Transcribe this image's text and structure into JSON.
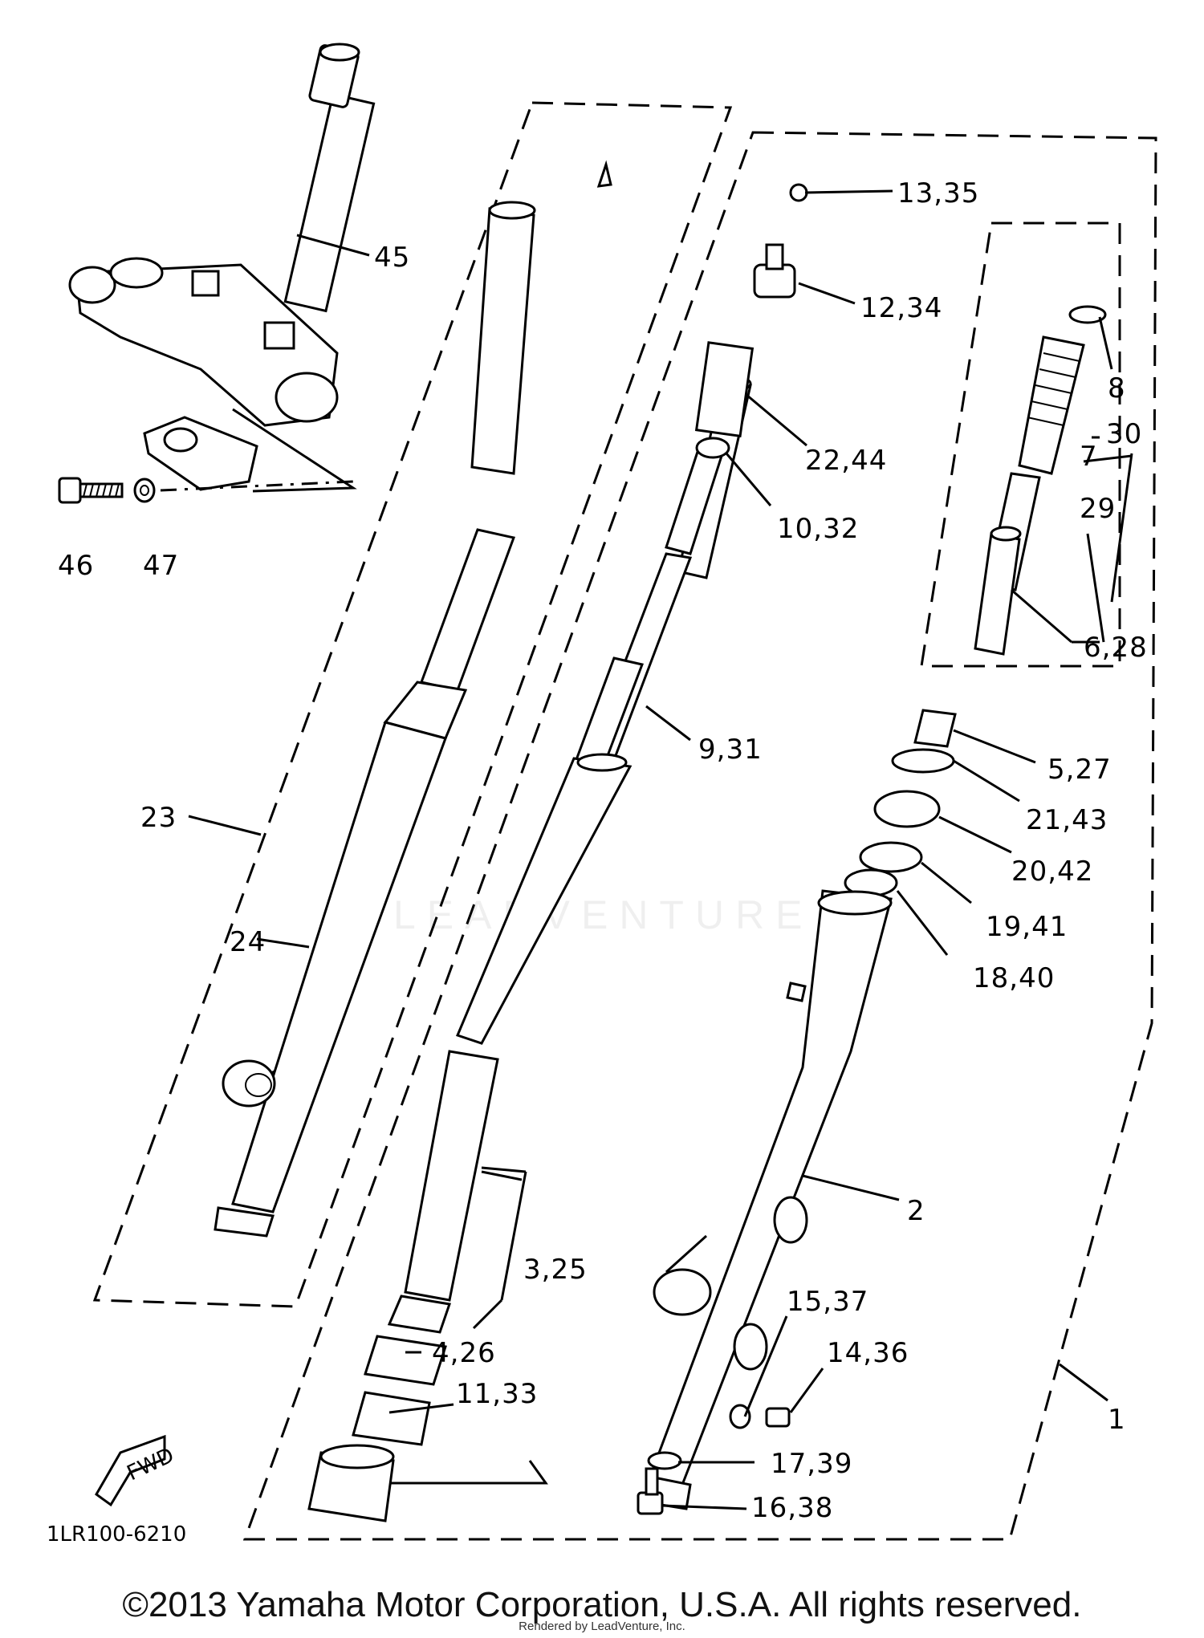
{
  "diagram": {
    "labels": {
      "l45": "45",
      "l46": "46",
      "l47": "47",
      "l23": "23",
      "l24": "24",
      "l13_35": "13,35",
      "l12_34": "12,34",
      "l22_44": "22,44",
      "l10_32": "10,32",
      "l9_31": "9,31",
      "l8": "8",
      "l30": "30",
      "l7": "7",
      "l29": "29",
      "l6_28": "6,28",
      "l5_27": "5,27",
      "l21_43": "21,43",
      "l20_42": "20,42",
      "l19_41": "19,41",
      "l18_40": "18,40",
      "l2": "2",
      "l3_25": "3,25",
      "l4_26": "4,26",
      "l11_33": "11,33",
      "l15_37": "15,37",
      "l14_36": "14,36",
      "l17_39": "17,39",
      "l16_38": "16,38",
      "l1": "1"
    },
    "fwd_mark": "FWD",
    "diagram_code": "1LR100-6210",
    "watermark": "LEADVENTURE"
  },
  "footer": {
    "copyright": "©2013 Yamaha Motor Corporation, U.S.A. All rights reserved.",
    "rendered_by": "Rendered by LeadVenture, Inc."
  }
}
